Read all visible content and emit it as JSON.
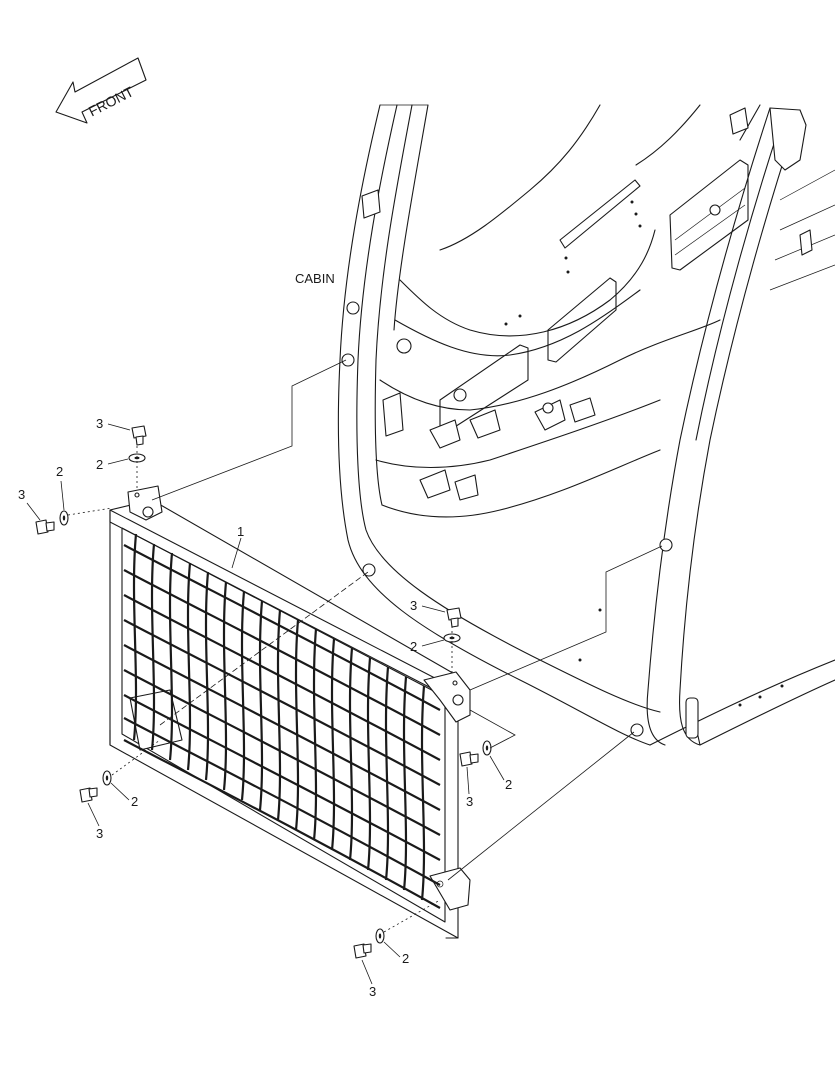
{
  "direction_arrow": {
    "label": "FRONT"
  },
  "assembly_label": "CABIN",
  "callouts": {
    "net_frame": "1",
    "washer": "2",
    "bolt": "3"
  }
}
